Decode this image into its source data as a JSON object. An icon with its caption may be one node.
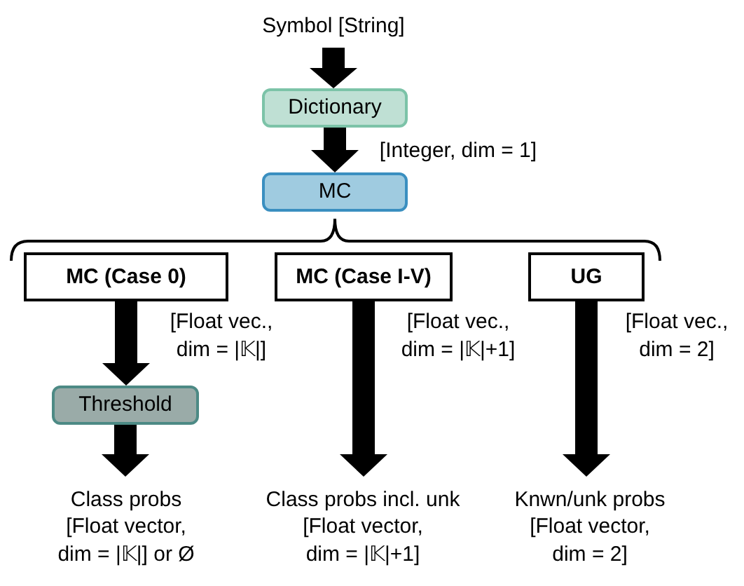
{
  "diagram": {
    "nodes": [
      {
        "text": [
          "Symbol [String]"
        ]
      },
      {
        "text": [
          "Dictionary"
        ]
      },
      {
        "text": [
          "MC"
        ]
      },
      {
        "text": [
          "MC (Case 0)"
        ]
      },
      {
        "text": [
          "MC (Case I-V)"
        ]
      },
      {
        "text": [
          "UG"
        ]
      },
      {
        "text": [
          "Threshold"
        ]
      },
      {
        "text": [
          "Class probs",
          "[Float vector, dim = |𝕂|] or Ø"
        ]
      },
      {
        "text": [
          "Class probs incl. unk",
          "[Float vector, dim = |𝕂|+1]"
        ]
      },
      {
        "text": [
          "Knwn/unk probs",
          "[Float vector, dim = 2]"
        ]
      }
    ],
    "edges": [
      {
        "from": 0,
        "to": 1,
        "arrow": "to",
        "style": "thick"
      },
      {
        "from": 1,
        "to": 2,
        "arrow": "to",
        "style": "thick",
        "label": "[Integer, dim = 1]"
      },
      {
        "from": 3,
        "to": 6,
        "arrow": "to",
        "style": "thick",
        "label": "[Float vec., dim = |𝕂|]"
      },
      {
        "from": 6,
        "to": 7,
        "arrow": "to",
        "style": "thick"
      },
      {
        "from": 4,
        "to": 8,
        "arrow": "to",
        "style": "thick",
        "label": "[Float vec., dim = |𝕂|+1]"
      },
      {
        "from": 5,
        "to": 9,
        "arrow": "to",
        "style": "thick",
        "label": "[Float vec., dim = 2]"
      }
    ]
  }
}
